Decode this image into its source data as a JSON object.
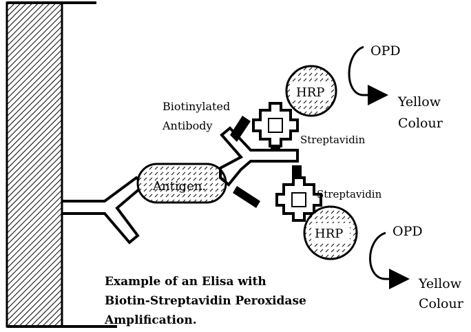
{
  "labels": {
    "opd_top": "OPD",
    "yellow_top": "Yellow",
    "colour_top": "Colour",
    "hrp_top": "HRP",
    "biotinylated": "Biotinylated",
    "antibody": "Antibody",
    "streptavidin_top": "Streptavidin",
    "antigen": "Antigen.",
    "streptavidin_bottom": "Streptavidin",
    "hrp_bottom": "HRP",
    "opd_bottom": "OPD",
    "yellow_bottom": "Yellow",
    "colour_bottom": "Colour"
  },
  "caption": {
    "line1": "Example of an Elisa with",
    "line2": "Biotin-Streptavidin Peroxidase",
    "line3": "Amplification."
  },
  "colors": {
    "ink": "#000000",
    "background": "#ffffff"
  }
}
